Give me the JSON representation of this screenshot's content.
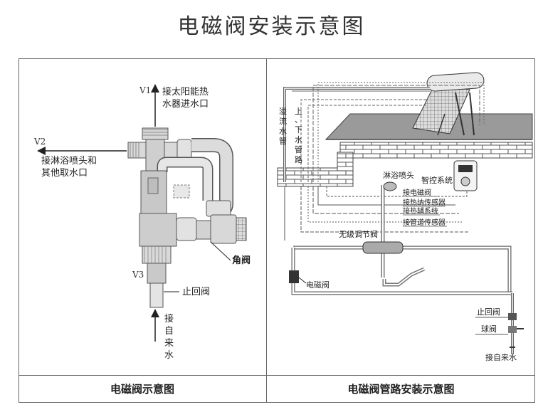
{
  "title": "电磁阀安装示意图",
  "left_panel": {
    "caption": "电磁阀示意图",
    "v1_tag": "V1",
    "v1_label_line1": "接太阳能热",
    "v1_label_line2": "水器进水口",
    "v2_tag": "V2",
    "v2_label_line1": "接淋浴喷头和",
    "v2_label_line2": "其他取水口",
    "v3_tag": "V3",
    "angle_valve": "角阀",
    "check_valve": "止回阀",
    "tap_chars": [
      "接",
      "自",
      "来",
      "水"
    ]
  },
  "right_panel": {
    "caption": "电磁阀管路安装示意图",
    "overflow_pipe": [
      "溢",
      "流",
      "水",
      "管"
    ],
    "updown_pipe": [
      "上",
      "、",
      "下",
      "水",
      "管",
      "路"
    ],
    "shower_head": "淋浴喷头",
    "smart_control": "智控系统",
    "wire_labels": [
      "接电磁阀",
      "接热纳传感器",
      "接热辅系统",
      "接管道传感器"
    ],
    "stepless_valve": "无级调节阀",
    "solenoid_valve": "电磁阀",
    "check_valve": "止回阀",
    "ball_valve": "球阀",
    "tap_water": "接自来水"
  }
}
